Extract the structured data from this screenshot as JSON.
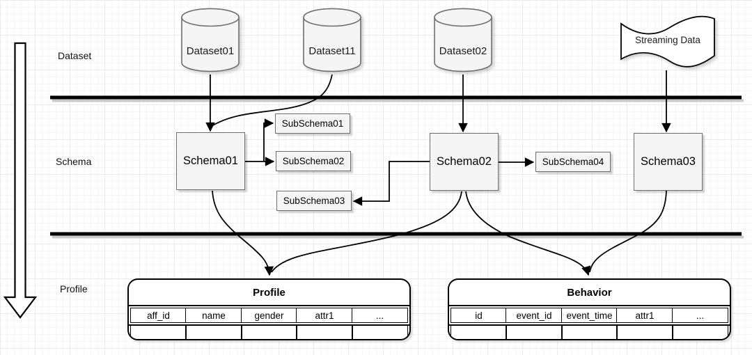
{
  "diagram": {
    "lane_labels": {
      "dataset": "Dataset",
      "schema": "Schema",
      "profile": "Profile"
    },
    "datasets": [
      {
        "label": "Dataset01"
      },
      {
        "label": "Dataset11"
      },
      {
        "label": "Dataset02"
      }
    ],
    "streaming": {
      "label": "Streaming Data"
    },
    "schemas": [
      {
        "label": "Schema01"
      },
      {
        "label": "Schema02"
      },
      {
        "label": "Schema03"
      }
    ],
    "subschemas": [
      {
        "label": "SubSchema01"
      },
      {
        "label": "SubSchema02"
      },
      {
        "label": "SubSchema03"
      },
      {
        "label": "SubSchema04"
      }
    ],
    "tables": [
      {
        "title": "Profile",
        "columns": [
          "aff_id",
          "name",
          "gender",
          "attr1",
          "..."
        ]
      },
      {
        "title": "Behavior",
        "columns": [
          "id",
          "event_id",
          "event_time",
          "attr1",
          "..."
        ]
      }
    ],
    "edges": [
      "Dataset01 -> Schema01",
      "Dataset11 -> Schema01",
      "Dataset02 -> Schema02",
      "Streaming Data -> Schema03",
      "Schema01 -> SubSchema01",
      "Schema01 -> SubSchema02",
      "Schema02 -> SubSchema03",
      "Schema02 -> SubSchema04",
      "Schema01 -> Profile",
      "Schema02 -> Profile",
      "Schema02 -> Behavior",
      "Schema03 -> Behavior"
    ],
    "colors": {
      "node_fill": "#f5f5f5",
      "node_border": "#6e6e6e",
      "connector": "#000000",
      "lane_divider": "#000000",
      "table_fill": "#ffffff"
    }
  }
}
